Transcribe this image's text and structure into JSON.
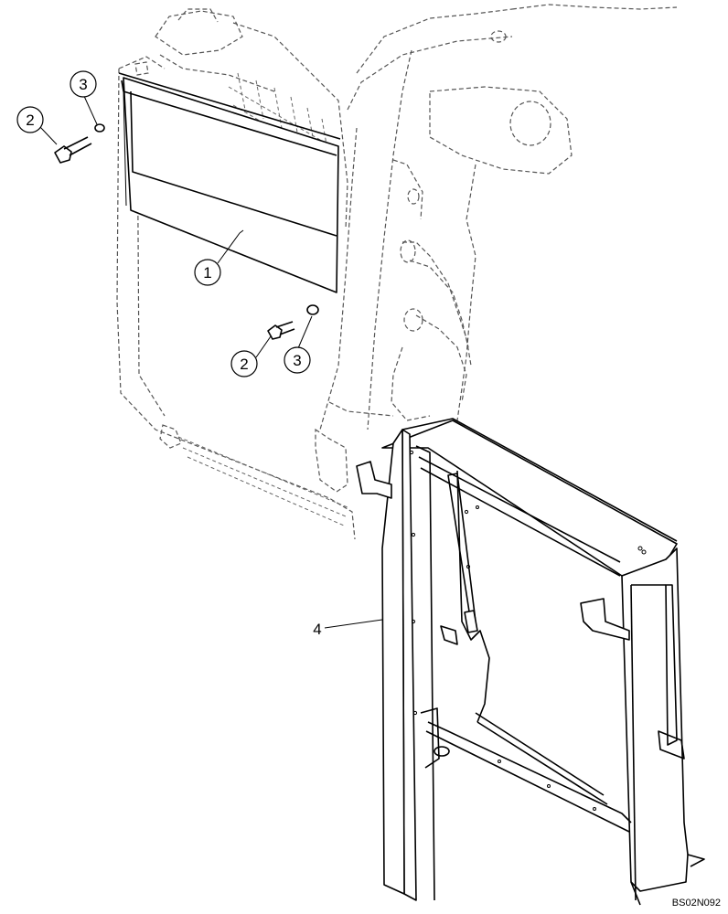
{
  "callouts": {
    "c1": "1",
    "c2a": "2",
    "c2b": "2",
    "c3a": "3",
    "c3b": "3",
    "c4": "4"
  },
  "reference_code": "BS02N092"
}
